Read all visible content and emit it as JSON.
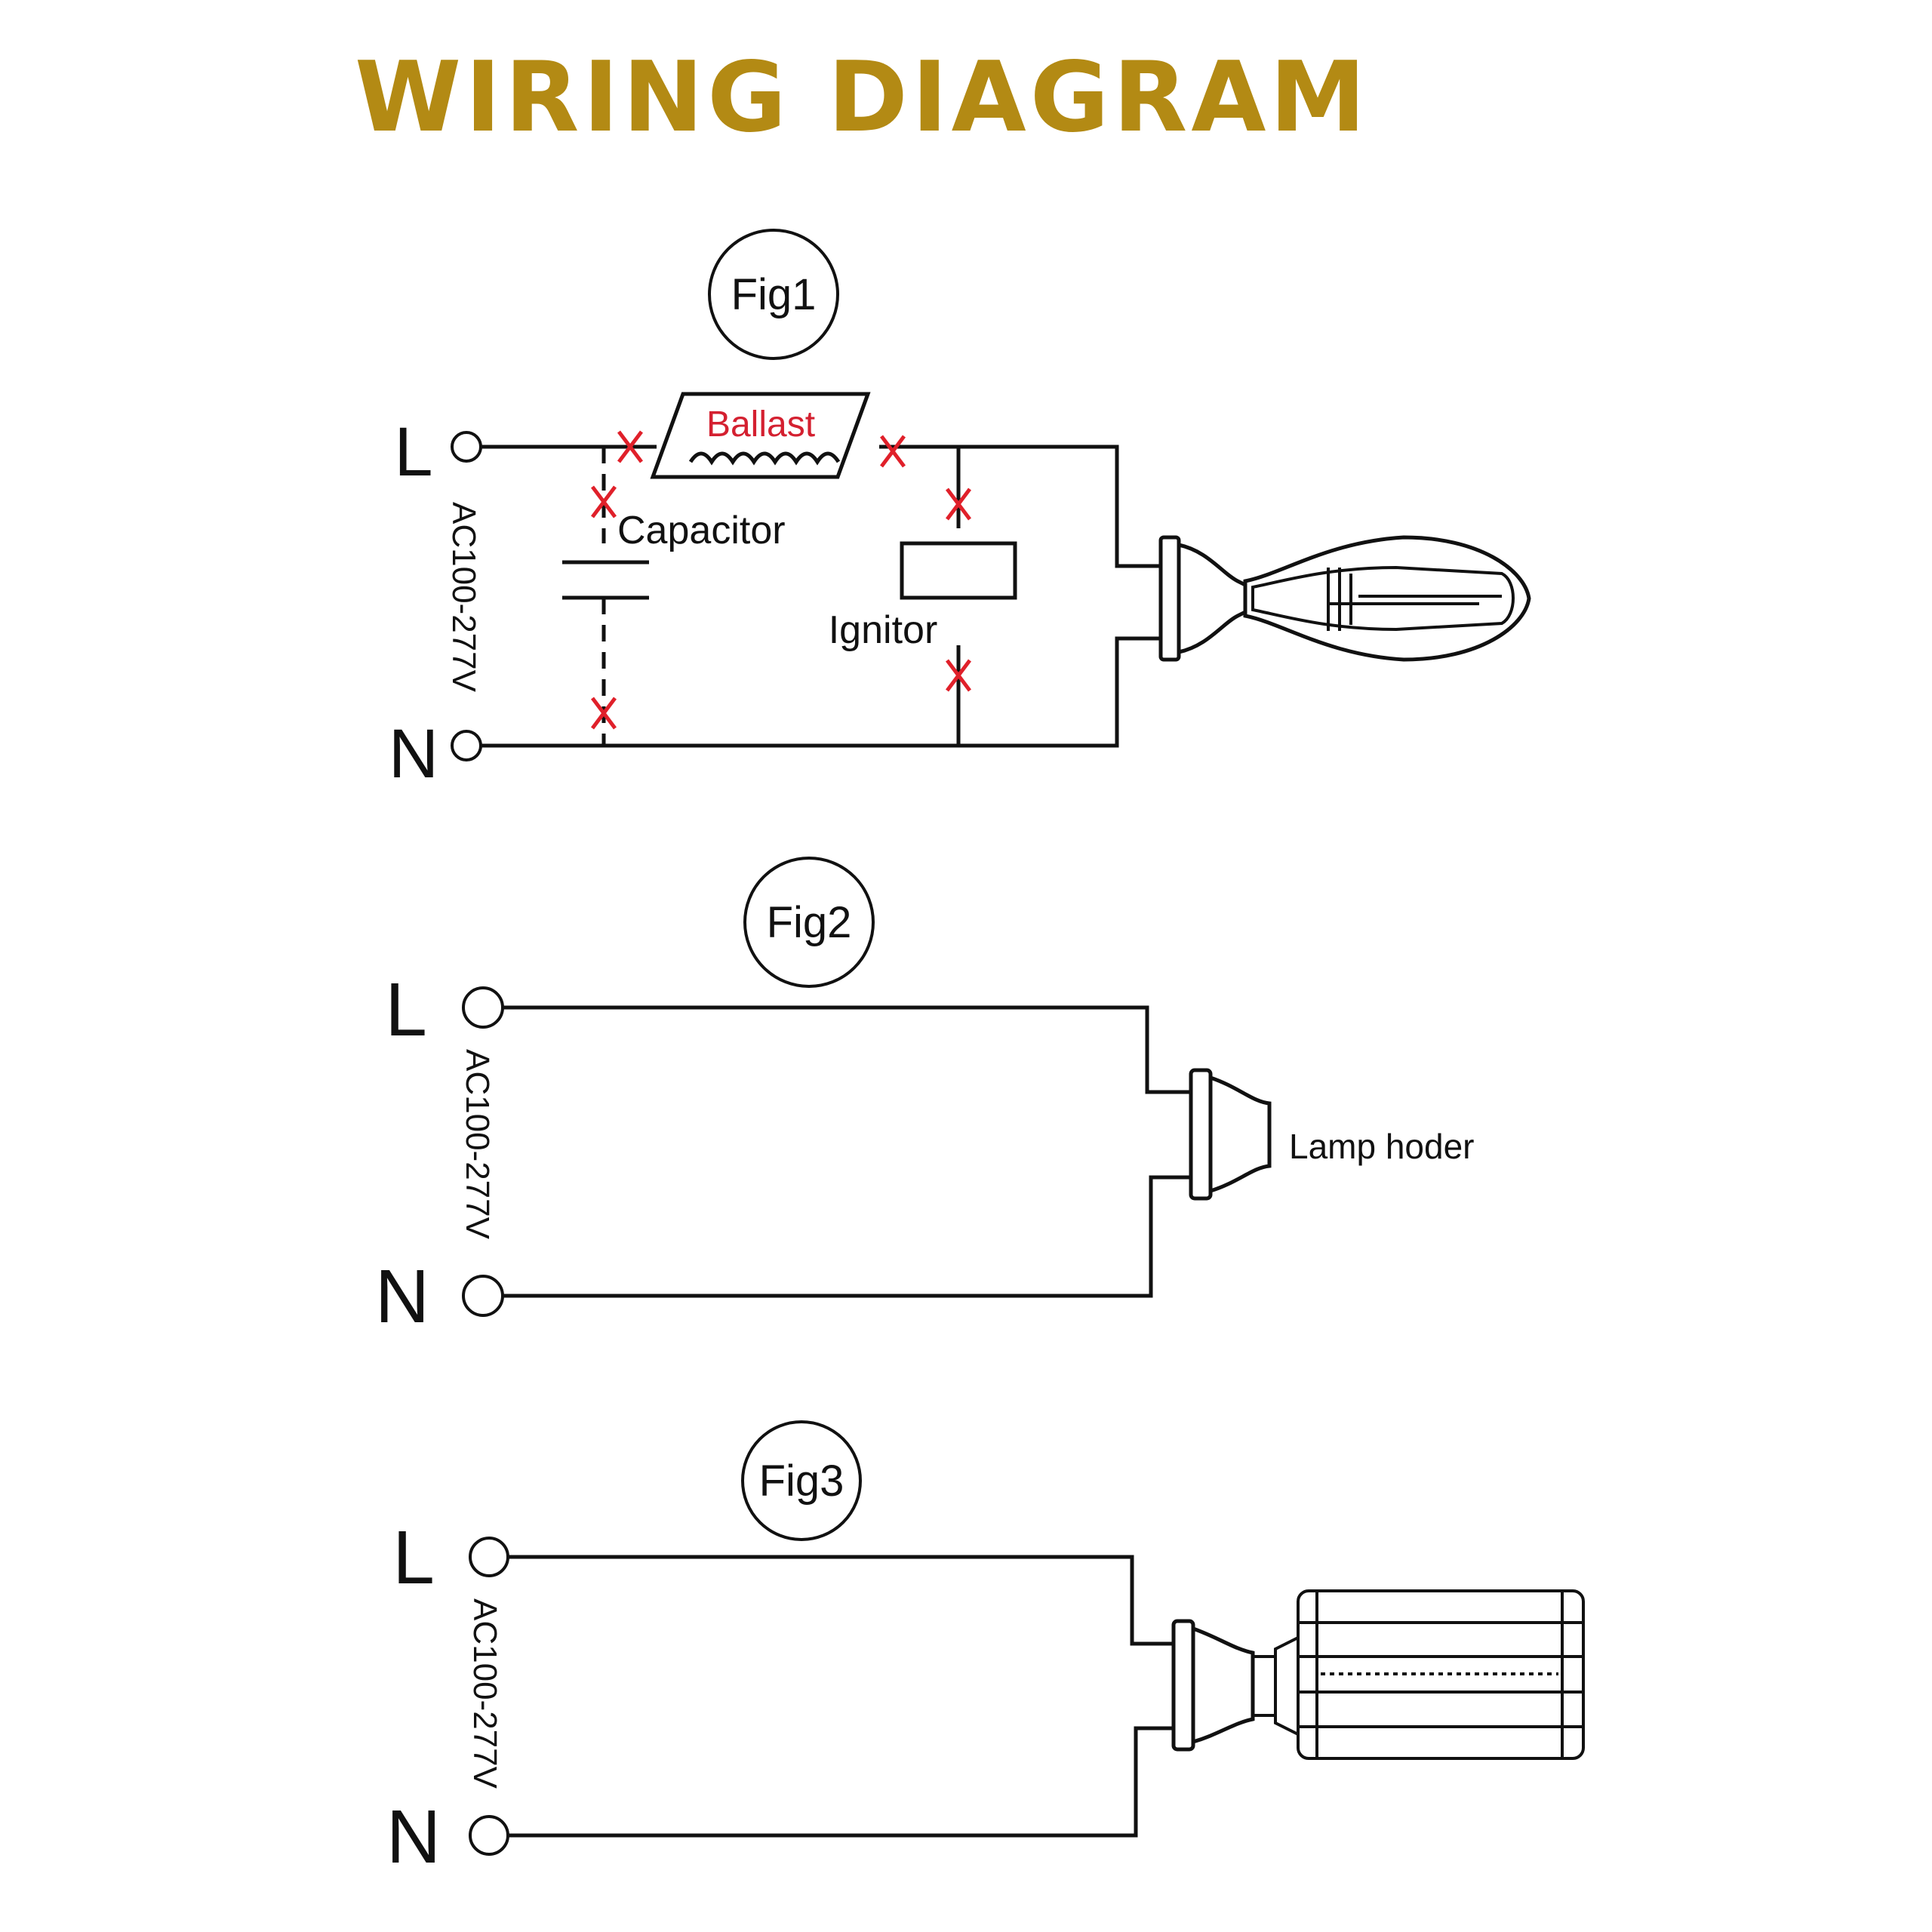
{
  "title": "WIRING DIAGRAM",
  "colors": {
    "title": "#b38a14",
    "wire": "#111111",
    "cut_mark": "#e0202a",
    "ballast_label": "#d42030"
  },
  "fig1": {
    "label": "Fig1",
    "terminal_l": "L",
    "terminal_n": "N",
    "voltage": "AC100-277V",
    "ballast": "Ballast",
    "capacitor": "Capacitor",
    "ignitor": "Ignitor"
  },
  "fig2": {
    "label": "Fig2",
    "terminal_l": "L",
    "terminal_n": "N",
    "voltage": "AC100-277V",
    "holder": "Lamp hoder"
  },
  "fig3": {
    "label": "Fig3",
    "terminal_l": "L",
    "terminal_n": "N",
    "voltage": "AC100-277V"
  }
}
